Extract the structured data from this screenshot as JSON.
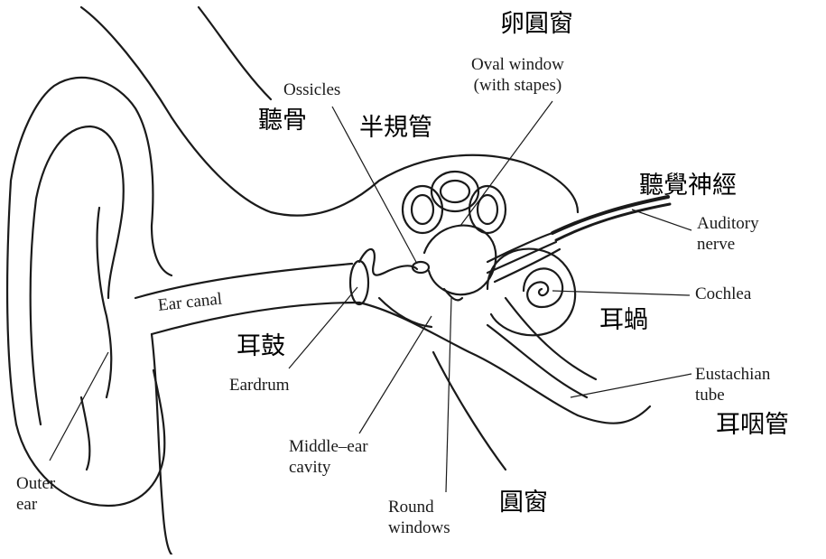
{
  "colors": {
    "ink": "#1a1a1a",
    "background": "#ffffff",
    "label_zh": "#000000"
  },
  "labels_en": {
    "ossicles": "Ossicles",
    "oval_window": "Oval window\n(with stapes)",
    "auditory_nerve": "Auditory\nnerve",
    "cochlea": "Cochlea",
    "ear_canal": "Ear canal",
    "eardrum": "Eardrum",
    "eustachian_tube": "Eustachian\ntube",
    "middle_ear_cavity": "Middle–ear\ncavity",
    "outer_ear": "Outer\near",
    "round_windows": "Round\nwindows"
  },
  "labels_zh": {
    "oval_window": "卵圓窗",
    "ossicles": "聽骨",
    "semicircular_canals": "半規管",
    "auditory_nerve": "聽覺神經",
    "cochlea": "耳蝸",
    "eardrum": "耳鼓",
    "eustachian_tube": "耳咽管",
    "round_window": "圓窗"
  }
}
